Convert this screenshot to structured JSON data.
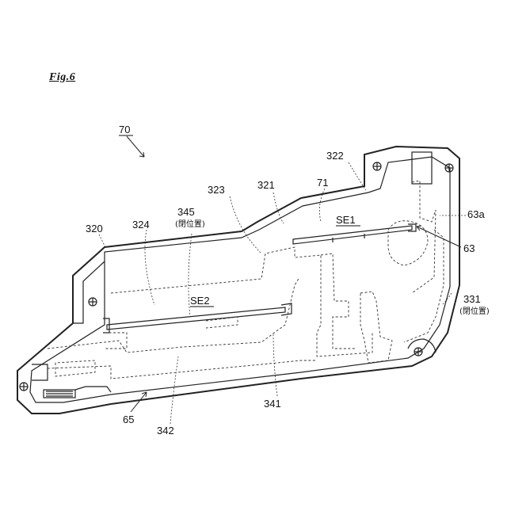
{
  "figure": {
    "title": "Fig.6"
  },
  "labels": {
    "ref_70": "70",
    "ref_322": "322",
    "ref_323": "323",
    "ref_321": "321",
    "ref_71": "71",
    "ref_63a": "63a",
    "ref_345": "345",
    "ref_345_note": "(閉位置)",
    "ref_324": "324",
    "ref_320": "320",
    "ref_se1": "SE1",
    "ref_63": "63",
    "ref_se2": "SE2",
    "ref_331": "331",
    "ref_331_note": "(閉位置)",
    "ref_341": "341",
    "ref_65": "65",
    "ref_342": "342"
  }
}
